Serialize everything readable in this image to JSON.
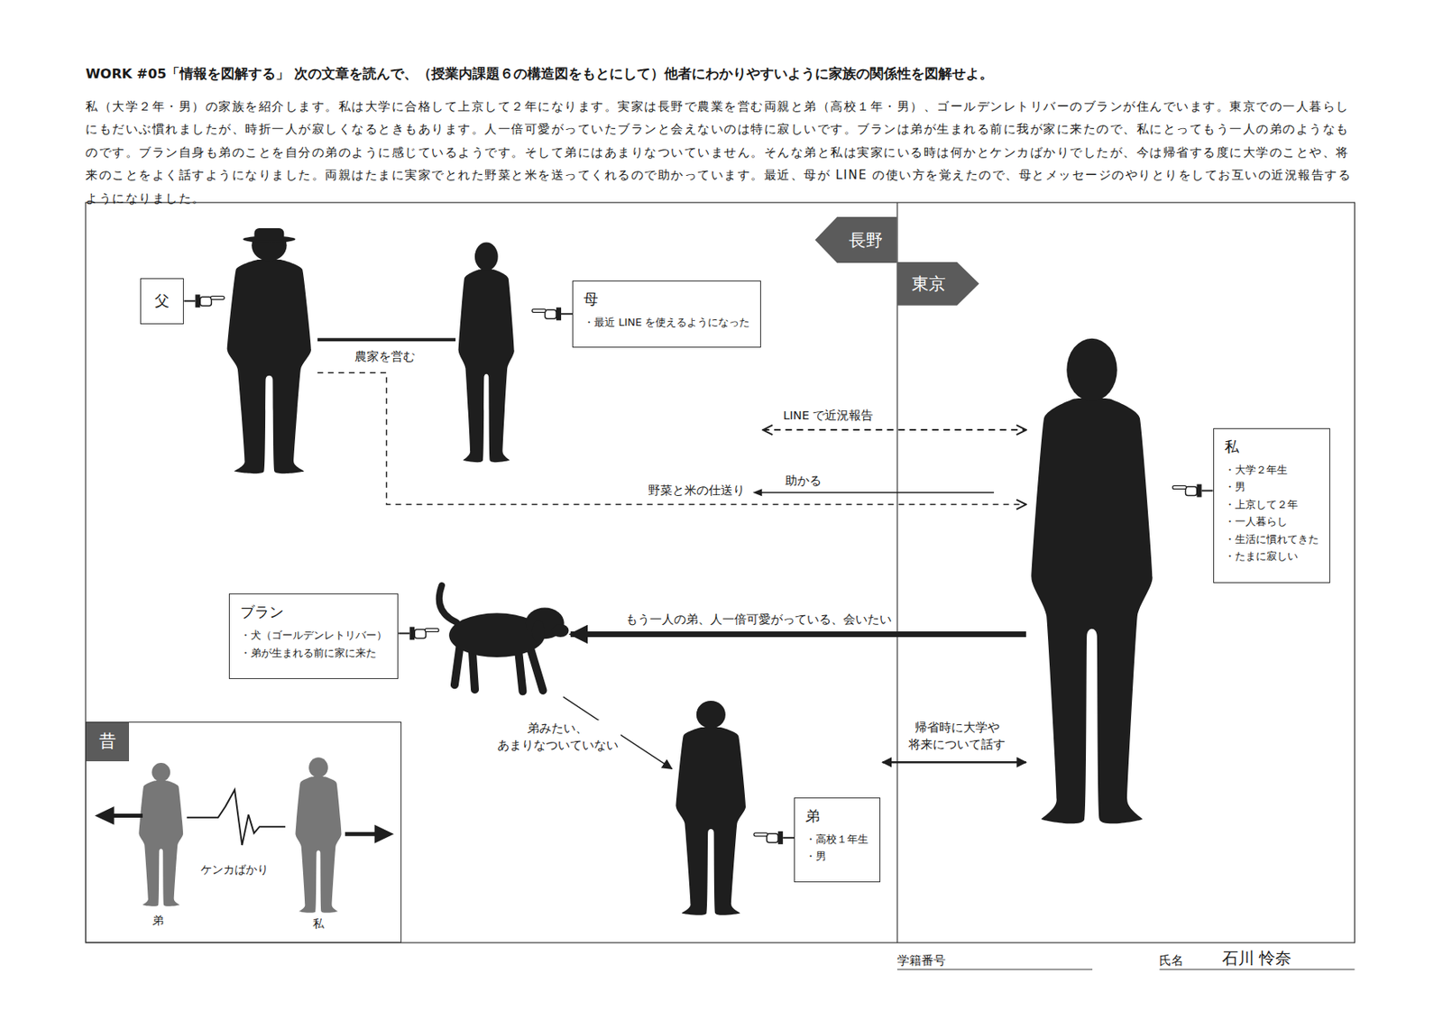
{
  "diagram": {
    "title": "WORK #05「情報を図解する」 次の文章を読んで、（授業内課題６の構造図をもとにして）他者にわかりやすいように家族の関係性を図解せよ。",
    "nodes": [
      {
        "text": [
          "長野"
        ]
      },
      {
        "text": [
          "東京"
        ]
      },
      {
        "text": [
          "父"
        ]
      },
      {
        "text": [
          "母",
          "・最近 LINE を使えるようになった"
        ]
      },
      {
        "text": [
          "私",
          "・大学２年生",
          "・男",
          "・上京して２年",
          "・一人暮らし",
          "・生活に慣れてきた",
          "・たまに寂しい"
        ]
      },
      {
        "text": [
          "ブラン",
          "・犬（ゴールデンレトリバー）",
          "・弟が生まれる前に家に来た"
        ]
      },
      {
        "text": [
          "昔"
        ]
      },
      {
        "text": [
          "弟",
          "・高校１年生",
          "・男"
        ]
      }
    ],
    "edges": [
      {
        "from": 2,
        "to": 3,
        "arrow": "none",
        "label": "農家を営む"
      },
      {
        "from": 3,
        "to": 4,
        "arrow": "both",
        "label": "LINE で近況報告"
      },
      {
        "from": 2,
        "to": 4,
        "arrow": "to",
        "label": "野菜と米の仕送り"
      },
      {
        "from": 4,
        "to": 5,
        "arrow": "to",
        "label": "もう一人の弟、人一倍可愛がっている、会いたい"
      },
      {
        "from": 5,
        "to": 7,
        "arrow": "to",
        "label": "弟みたい、 あまりなついていない"
      },
      {
        "from": 7,
        "to": 4,
        "arrow": "both",
        "label": "帰省時に大学や 将来について話す"
      }
    ],
    "labels": [
      "私（大学２年・男）の家族を紹介します。私は大学に合格して上京して２年になります。実家は長野で農業を営む両親と弟（高校１年・男）、ゴールデンレトリバーのブランが住んでいます。東京での一人暮らしにもだいぶ慣れましたが、時折一人が寂しくなるときもあります。人一倍可愛がっていたブランと会えないのは特に寂しいです。ブランは弟が生まれる前に我が家に来たので、私にとってもう一人の弟のようなものです。ブラン自身も弟のことを自分の弟のように感じているようです。そして弟にはあまりなついていません。そんな弟と私は実家にいる時は何かとケンカばかりでしたが、今は帰省する度に大学のことや、将来のことをよく話すようになりました。両親はたまに実家でとれた野菜と米を送ってくれるので助かっています。最近、母が LINE の使い方を覚えたので、母とメッセージのやりとりをしてお互いの近況報告するようになりました。",
      "助かる",
      "ケンカばかり",
      "弟",
      "私",
      "学籍番号",
      "氏名",
      "石川 怜奈"
    ]
  }
}
